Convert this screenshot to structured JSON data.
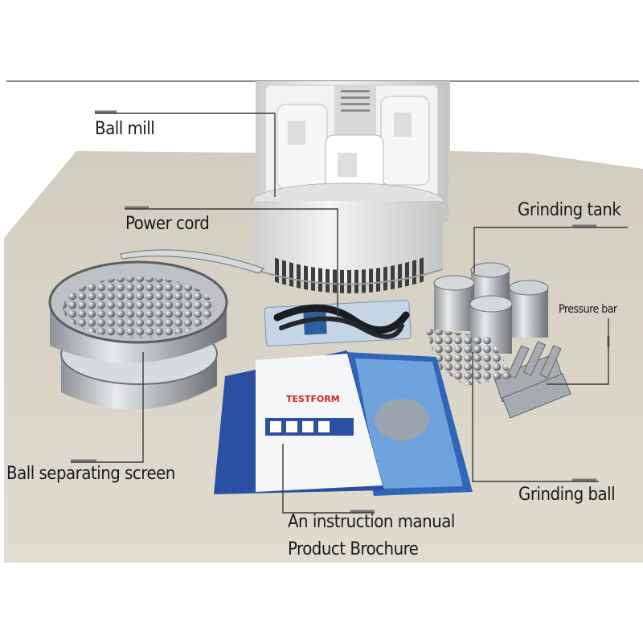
{
  "labels": {
    "ball_mill": "Ball mill",
    "power_cord": "Power cord",
    "grinding_tank": "Grinding tank",
    "pressure_bar": "Pressure bar",
    "ball_separating_screen": "Ball separating screen",
    "instruction_manual": "An instruction manual",
    "product_brochure": "Product Brochure",
    "grinding_ball": "Grinding ball"
  },
  "logos": {
    "manual_brand": "TESTFORM"
  },
  "colors": {
    "background": "#ffffff",
    "table_surface": "#d8d3c6",
    "machine_white": "#e9e9e6",
    "steel": "#b9bcc0",
    "manual_blue": "#2f66b8",
    "label_text": "#1a1a1a",
    "leader_line": "#3a3a3a"
  },
  "icons": [
    "ball-mill-machine",
    "grinding-tank-cylinder",
    "steel-ball",
    "sieve-screen",
    "power-cord-package",
    "manual-booklet",
    "pressure-bar-clamp"
  ]
}
